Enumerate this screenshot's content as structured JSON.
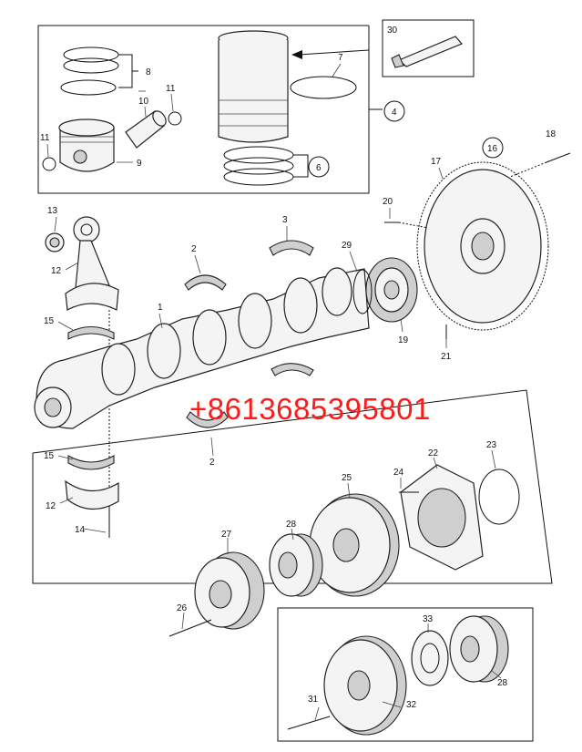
{
  "labels": {
    "l1": "1",
    "l2a": "2",
    "l2b": "2",
    "l3": "3",
    "l4": "4",
    "l6": "6",
    "l7": "7",
    "l8": "8",
    "l9": "9",
    "l10": "10",
    "l11a": "11",
    "l11b": "11",
    "l12a": "12",
    "l12b": "12",
    "l13": "13",
    "l14": "14",
    "l15a": "15",
    "l15b": "15",
    "l16": "16",
    "l17": "17",
    "l18": "18",
    "l19": "19",
    "l20": "20",
    "l21": "21",
    "l22": "22",
    "l23": "23",
    "l24": "24",
    "l25": "25",
    "l26": "26",
    "l27": "27",
    "l28a": "28",
    "l28b": "28",
    "l29": "29",
    "l30": "30",
    "l31": "31",
    "l32": "32",
    "l33": "33"
  },
  "watermark": "+8613685395801",
  "colors": {
    "watermark": "#ff1a1a",
    "line": "#111111",
    "part_fill": "#f4f4f4"
  }
}
